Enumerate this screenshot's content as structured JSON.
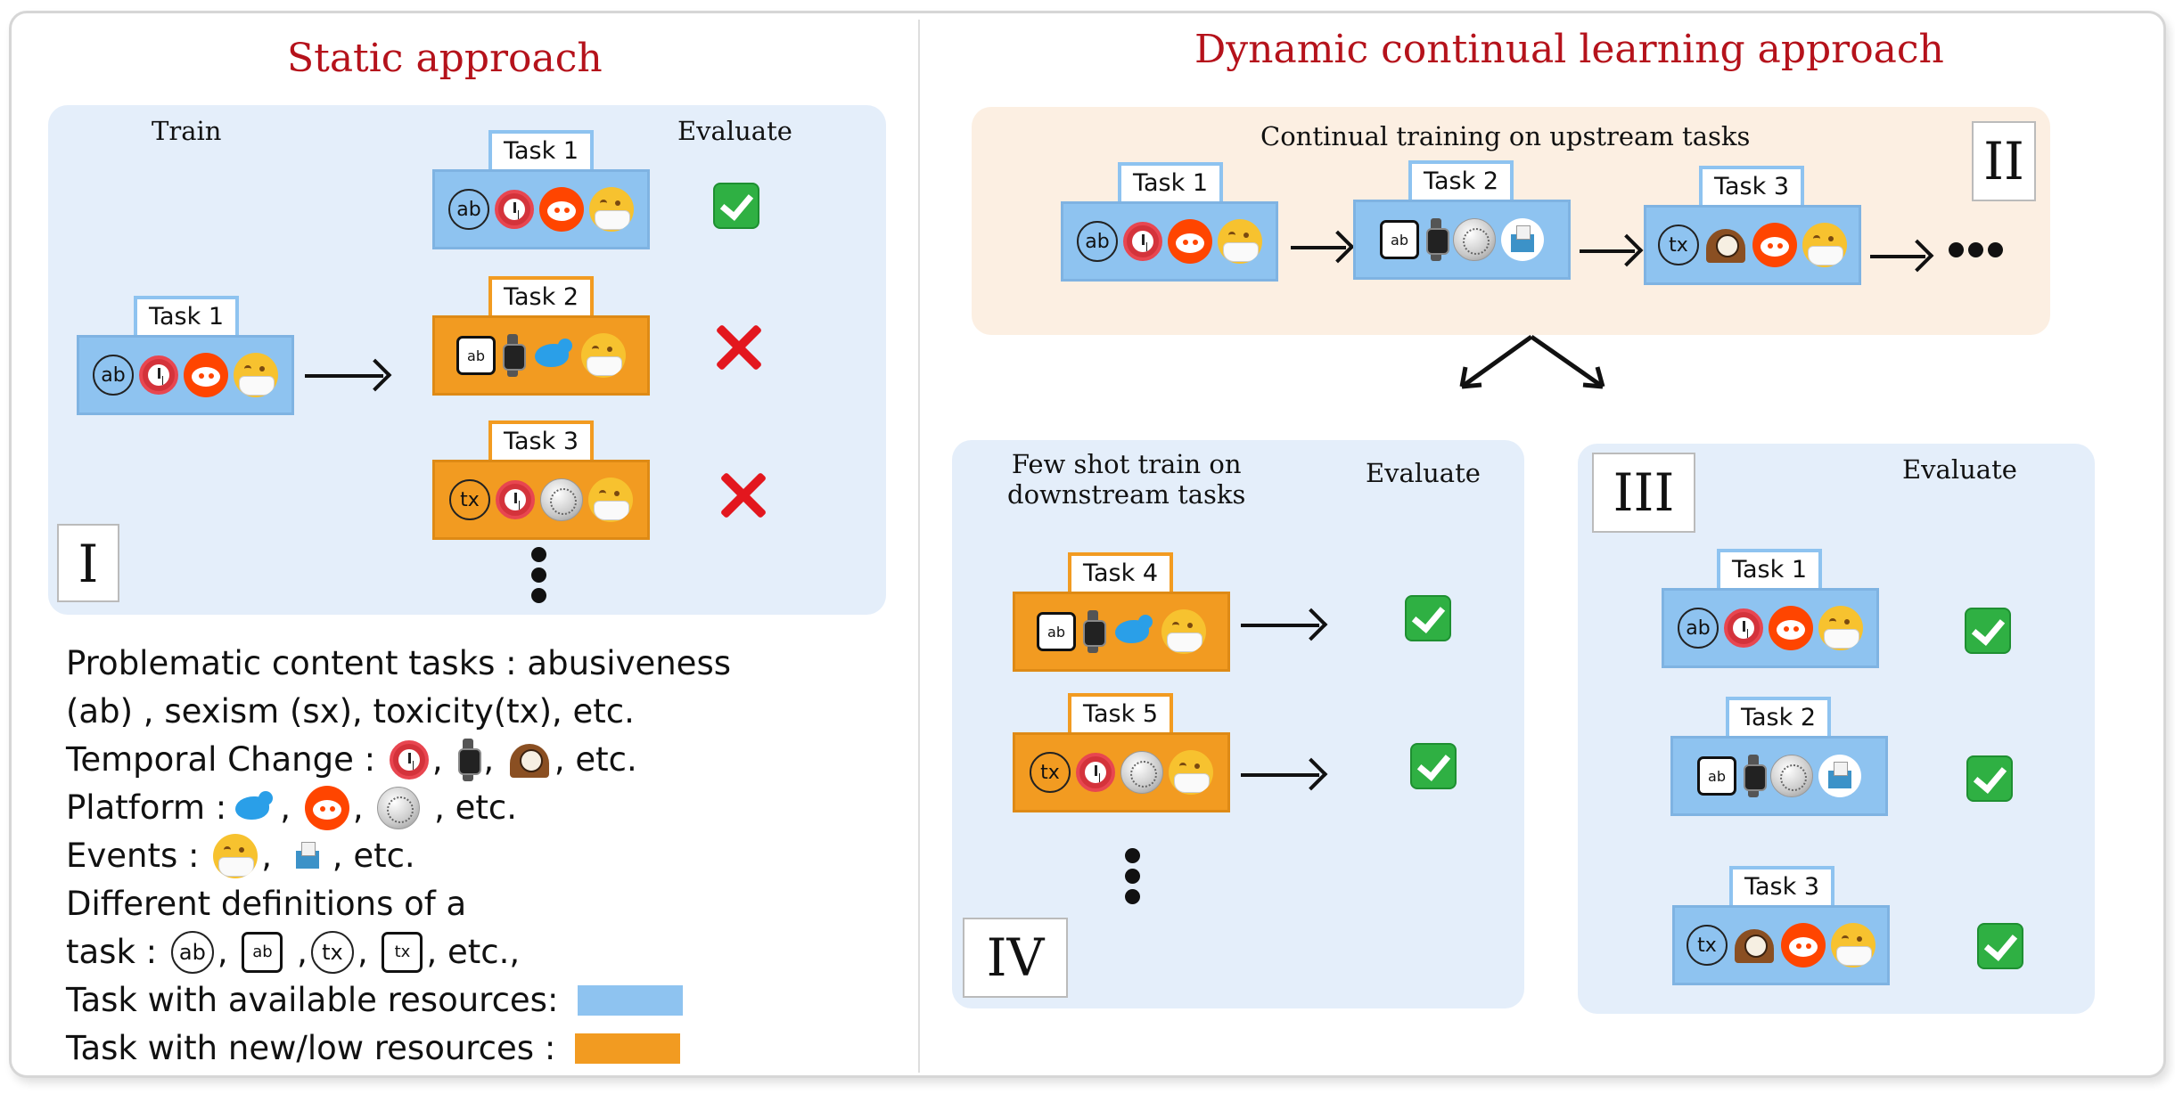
{
  "left": {
    "title": "Static approach",
    "train_label": "Train",
    "evaluate_label": "Evaluate",
    "roman": "I",
    "train_task": "Task 1",
    "eval_tasks": [
      "Task 1",
      "Task 2",
      "Task 3"
    ],
    "eval_results": [
      "check",
      "cross",
      "cross"
    ]
  },
  "legend": {
    "line1": "Problematic content tasks : abusiveness",
    "line2": "(ab) , sexism (sx), toxicity(tx), etc.",
    "temporal": "Temporal Change :",
    "platform": "Platform :",
    "events": "Events :",
    "definitions1": "Different definitions of a",
    "definitions2": "task :",
    "etc": "etc.",
    "etc_comma": ", etc.",
    "etc_dot_comma": ", etc.,",
    "available": "Task with available resources:",
    "new_low": "Task with new/low resources :",
    "abbr_ab": "ab",
    "abbr_tx": "tx",
    "color_available": "#8ec3f0",
    "color_new": "#f29b21"
  },
  "right": {
    "title": "Dynamic continual learning approach",
    "upstream_label": "Continual training on upstream tasks",
    "roman_upstream": "II",
    "upstream_tasks": [
      "Task 1",
      "Task 2",
      "Task 3"
    ],
    "roman_eval": "III",
    "eval_label": "Evaluate",
    "eval_tasks": [
      "Task 1",
      "Task 2",
      "Task 3"
    ],
    "roman_few": "IV",
    "few_label_1": "Few shot train on",
    "few_label_2": "downstream tasks",
    "few_eval_label": "Evaluate",
    "few_tasks": [
      "Task 4",
      "Task 5"
    ]
  },
  "icons": {
    "abusive_def1": "circle-ab-icon",
    "abusive_def2": "square-ab-icon",
    "toxic_def1": "circle-tx-icon",
    "toxic_def2": "square-tx-icon",
    "time1": "alarm-clock-icon",
    "time2": "watch-icon",
    "time3": "mantel-clock-icon",
    "platform1": "twitter-icon",
    "platform2": "reddit-icon",
    "platform3": "wikipedia-icon",
    "event1": "mask-face-icon",
    "event2": "ballot-box-icon",
    "pass": "check-icon",
    "fail": "cross-icon"
  }
}
